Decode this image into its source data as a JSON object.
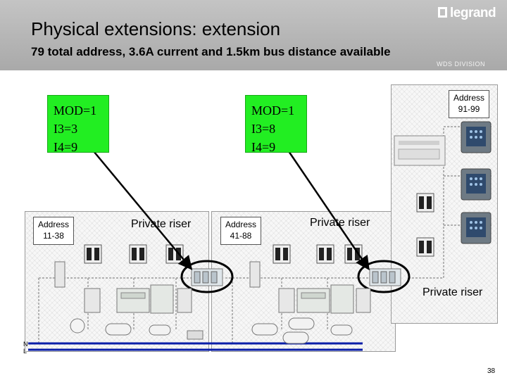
{
  "header": {
    "title": "Physical extensions: extension",
    "subtitle": "79 total address, 3.6A current and 1.5km bus distance available",
    "brand": "legrand",
    "division": "WDS DIVISION"
  },
  "left_panel": {
    "config": {
      "line1": "MOD=1",
      "line2": "I3=3",
      "line3": "I4=9"
    },
    "address": {
      "line1": "Address",
      "line2": "11-38"
    },
    "riser_label": "Private riser"
  },
  "middle_panel": {
    "config": {
      "line1": "MOD=1",
      "line2": "I3=8",
      "line3": "I4=9"
    },
    "address": {
      "line1": "Address",
      "line2": "41-88"
    },
    "riser_label": "Private riser"
  },
  "right_panel": {
    "address": {
      "line1": "Address",
      "line2": "91-99"
    },
    "riser_label": "Private riser"
  },
  "power": {
    "n_label": "N",
    "l_label": "L"
  },
  "page_number": "38",
  "colors": {
    "config_green": "#22ee22",
    "power_blue": "#0a1ea8",
    "bus_gray": "#8a8a8a",
    "header_gray": "#b4b4b4"
  }
}
